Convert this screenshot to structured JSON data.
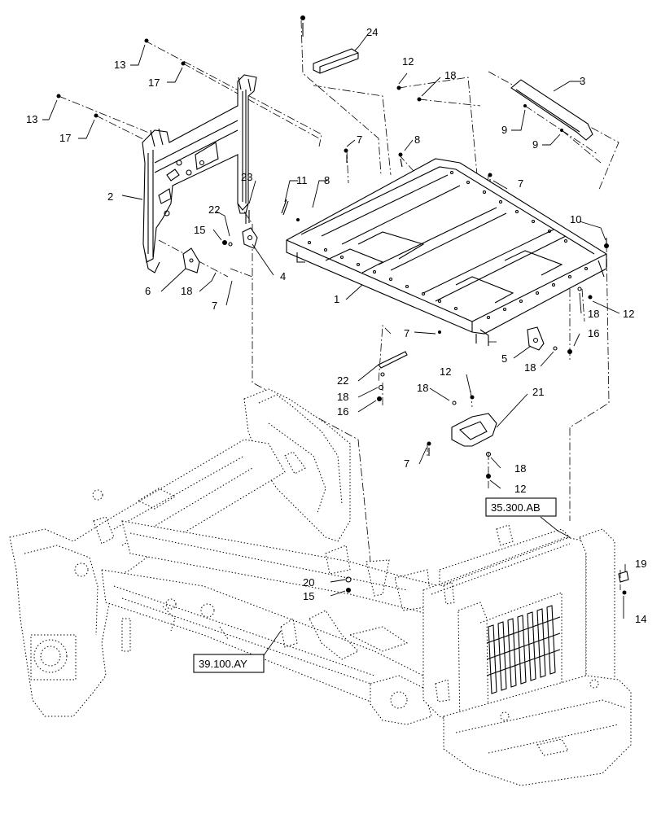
{
  "callouts": [
    "24",
    "13",
    "17",
    "13",
    "17",
    "12",
    "18",
    "3",
    "9",
    "9",
    "2",
    "23",
    "11",
    "8",
    "7",
    "8",
    "7",
    "22",
    "15",
    "6",
    "18",
    "7",
    "4",
    "1",
    "10",
    "18",
    "12",
    "7",
    "16",
    "5",
    "18",
    "22",
    "18",
    "16",
    "12",
    "18",
    "21",
    "7",
    "18",
    "12",
    "20",
    "15",
    "19",
    "14"
  ],
  "references": [
    "35.300.AB",
    "39.100.AY"
  ]
}
